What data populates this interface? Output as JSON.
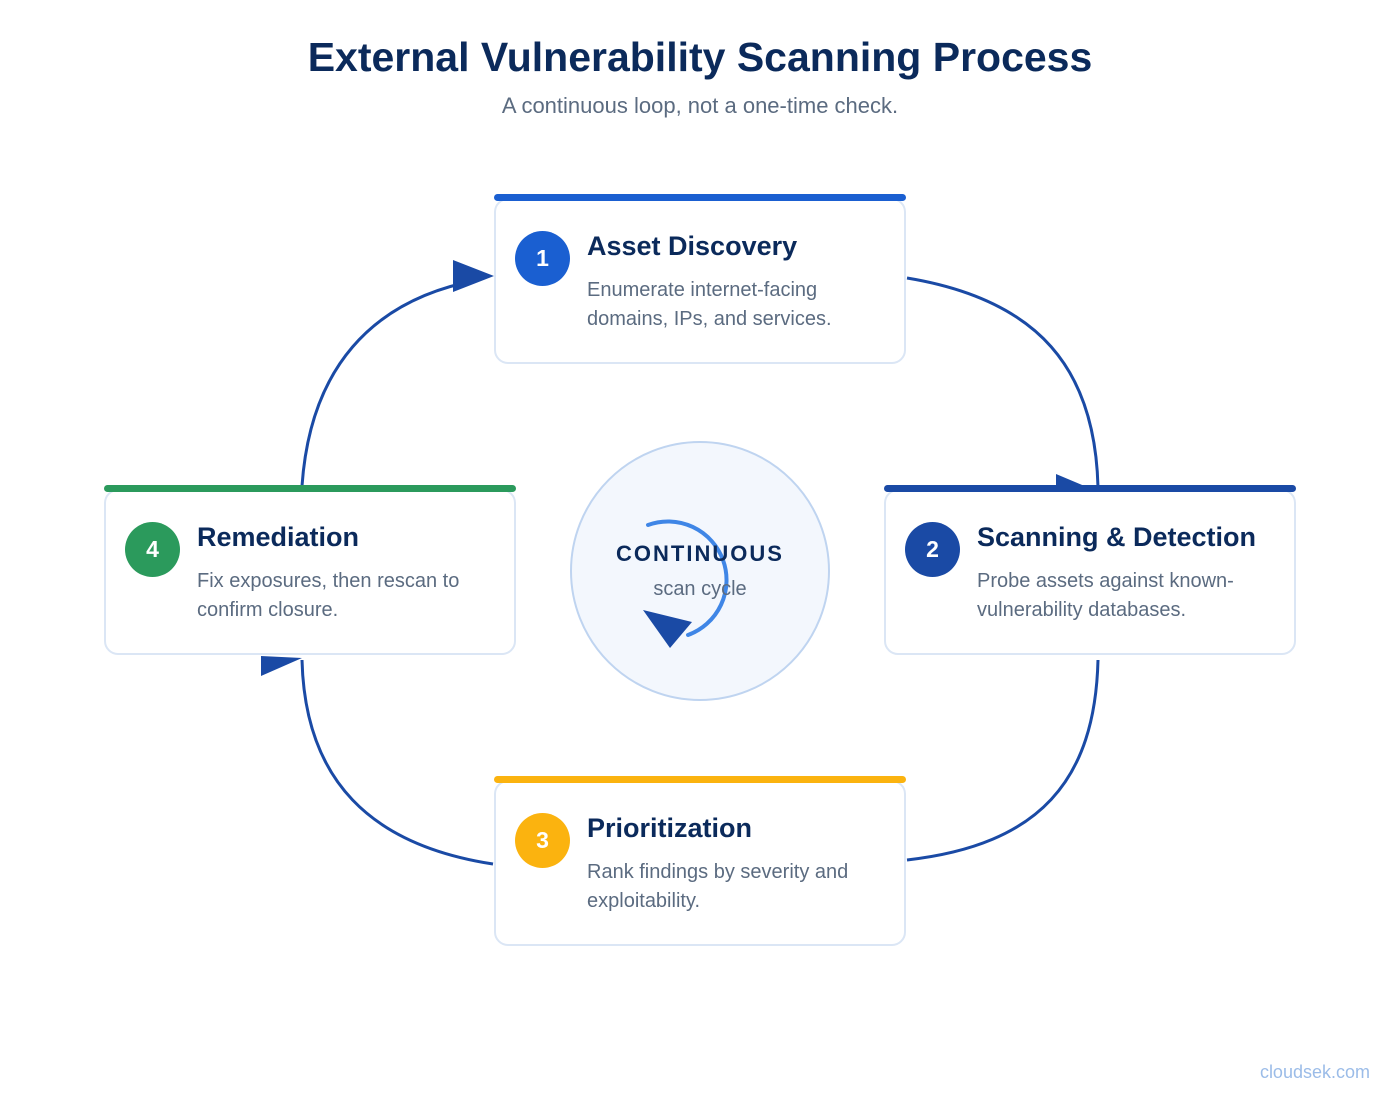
{
  "header": {
    "title": "External Vulnerability Scanning Process",
    "subtitle": "A continuous loop, not a one-time check."
  },
  "steps": [
    {
      "number": "1",
      "title": "Asset Discovery",
      "description": "Enumerate internet-facing domains, IPs, and services.",
      "color": "#1a5fd1"
    },
    {
      "number": "2",
      "title": "Scanning & Detection",
      "description": "Probe assets against known-vulnerability databases.",
      "color": "#1a4aa5"
    },
    {
      "number": "3",
      "title": "Prioritization",
      "description": "Rank findings by severity and exploitability.",
      "color": "#fbb30f"
    },
    {
      "number": "4",
      "title": "Remediation",
      "description": "Fix exposures, then rescan to confirm closure.",
      "color": "#2b9a5c"
    }
  ],
  "hub": {
    "line1": "CONTINUOUS",
    "line2": "scan cycle"
  },
  "colors": {
    "loop_line": "#1a4aa5",
    "hub_arc": "#3f86e6",
    "title_text": "#0b2a5b",
    "muted_text": "#5b6b80"
  },
  "footer": {
    "brand": "cloudsek.com"
  }
}
